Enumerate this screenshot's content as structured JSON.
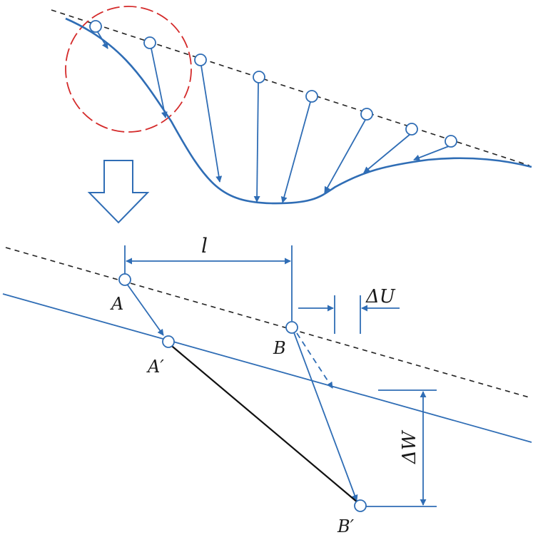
{
  "colors": {
    "blue": "#2f6db5",
    "reference_line": "#222222",
    "segment": "#111111",
    "circle": "#d42a2a",
    "background": "#ffffff"
  },
  "labels": {
    "A": "A",
    "A_prime": "A′",
    "B": "B",
    "B_prime": "B′",
    "l": "l",
    "delta_U": "ΔU",
    "delta_W": "ΔW"
  }
}
